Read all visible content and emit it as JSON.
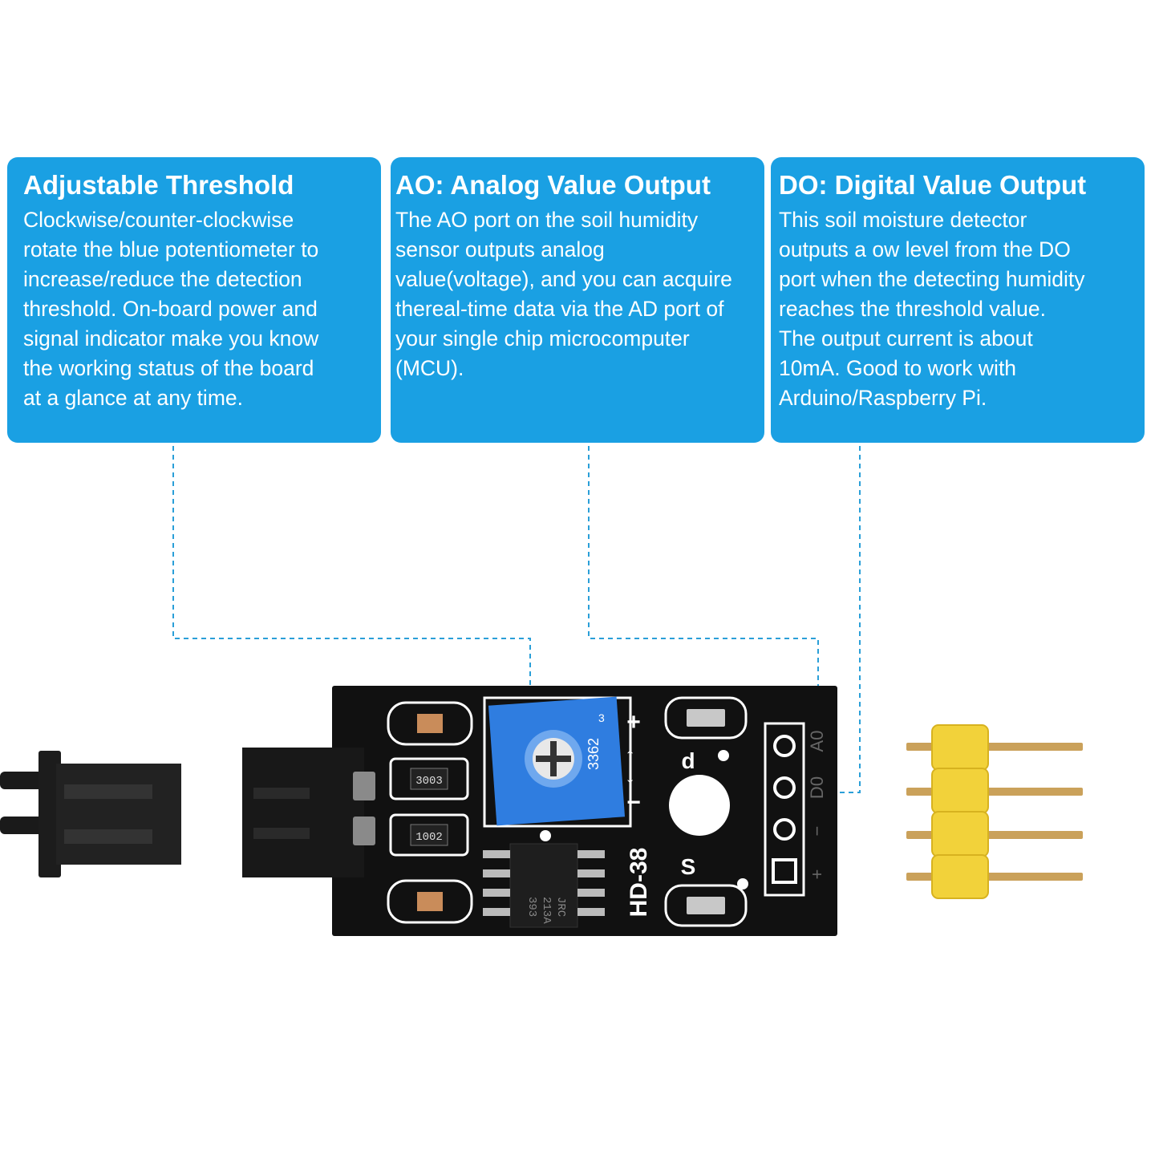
{
  "cards": [
    {
      "title": "Adjustable Threshold",
      "body": "Clockwise/counter-clockwise\nrotate the blue potentiometer to\nincrease/reduce the detection\nthreshold. On-board power and\nsignal indicator make you know\nthe working status of the board\nat a glance at any time."
    },
    {
      "title": "AO: Analog Value Output",
      "body": "The AO port on the soil humidity\nsensor outputs analog\nvalue(voltage), and you can acquire\nthereal-time data via the AD port of\nyour single chip microcomputer\n(MCU)."
    },
    {
      "title": "DO: Digital Value Output",
      "body": "This soil moisture detector\noutputs a ow level from the DO\nport when the detecting humidity\nreaches the threshold value.\nThe output current is about\n10mA. Good to work with\nArduino/Raspberry Pi."
    }
  ],
  "board": {
    "model": "HD-38",
    "pot_code": "3362",
    "pot_pin": "3",
    "chip_lines": [
      "393",
      "213A",
      "JRC"
    ],
    "res_1": "3003",
    "res_2": "1002",
    "led_power": "d",
    "led_signal": "S",
    "pin_labels": [
      "A0",
      "D0",
      "−",
      "+"
    ],
    "pot_marks": [
      "+",
      "←→",
      "−"
    ]
  },
  "colors": {
    "card_bg": "#1aa0e3",
    "leader_line": "#2a9fd8",
    "pcb": "#111111",
    "pot": "#2f7de0",
    "header": "#f2d23a",
    "pins": "#caa15a"
  }
}
